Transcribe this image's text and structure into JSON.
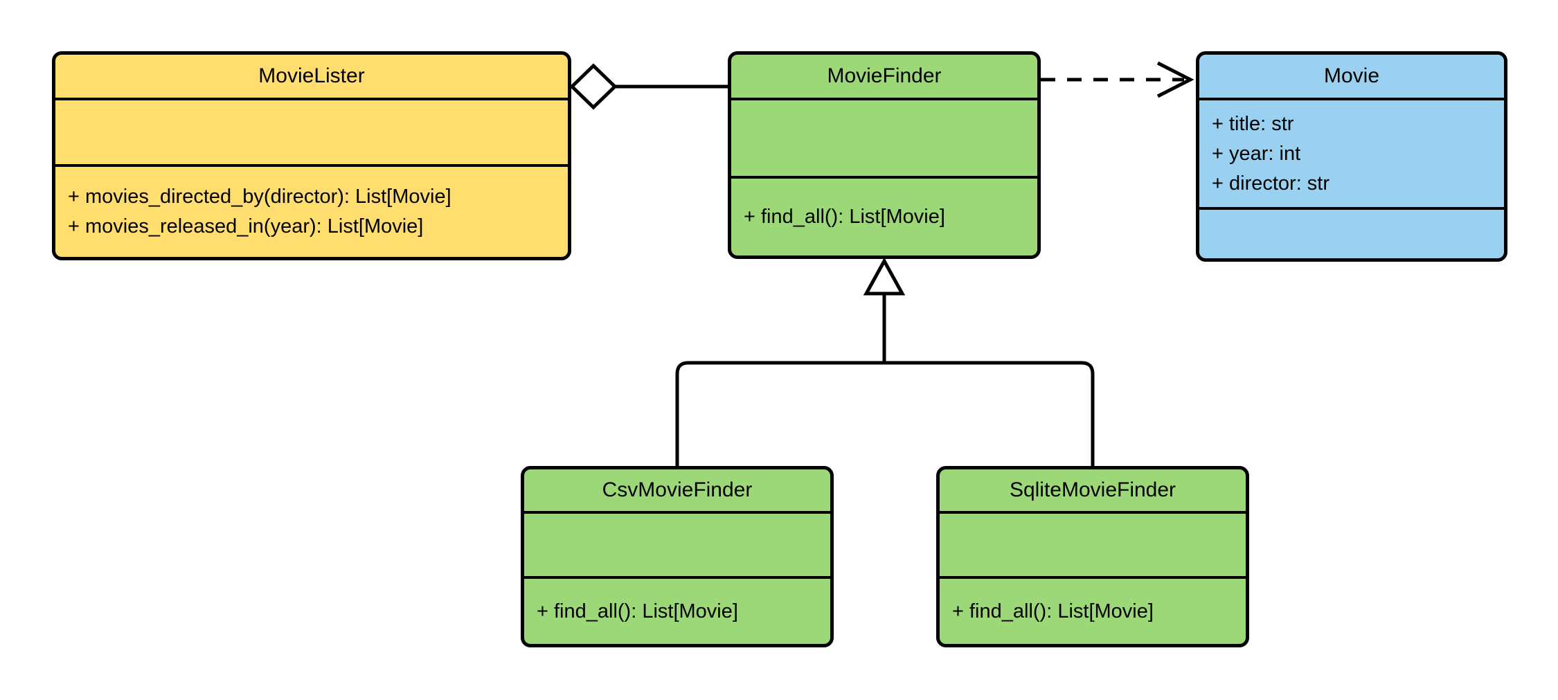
{
  "diagram": {
    "type": "uml-class-diagram",
    "background": "#ffffff",
    "stroke": "#000000",
    "classes": [
      {
        "name": "MovieLister",
        "fill": "#ffdd6e",
        "attributes": [],
        "methods": [
          "+ movies_directed_by(director): List[Movie]",
          "+ movies_released_in(year): List[Movie]"
        ]
      },
      {
        "name": "MovieFinder",
        "fill": "#9dd878",
        "attributes": [],
        "methods": [
          "+ find_all(): List[Movie]"
        ]
      },
      {
        "name": "Movie",
        "fill": "#9ad1f0",
        "attributes": [
          "+ title: str",
          "+ year: int",
          "+ director: str"
        ],
        "methods": []
      },
      {
        "name": "CsvMovieFinder",
        "fill": "#9dd878",
        "attributes": [],
        "methods": [
          "+ find_all(): List[Movie]"
        ]
      },
      {
        "name": "SqliteMovieFinder",
        "fill": "#9dd878",
        "attributes": [],
        "methods": [
          "+ find_all(): List[Movie]"
        ]
      }
    ],
    "relationships": [
      {
        "type": "aggregation",
        "source": "MovieLister",
        "target": "MovieFinder",
        "line": "solid",
        "marker": "hollow-diamond-at-source"
      },
      {
        "type": "dependency",
        "source": "MovieFinder",
        "target": "Movie",
        "line": "dashed",
        "marker": "open-arrow-at-target"
      },
      {
        "type": "generalization",
        "source": "CsvMovieFinder",
        "target": "MovieFinder",
        "line": "solid",
        "marker": "hollow-triangle-at-target"
      },
      {
        "type": "generalization",
        "source": "SqliteMovieFinder",
        "target": "MovieFinder",
        "line": "solid",
        "marker": "hollow-triangle-at-target"
      }
    ]
  }
}
